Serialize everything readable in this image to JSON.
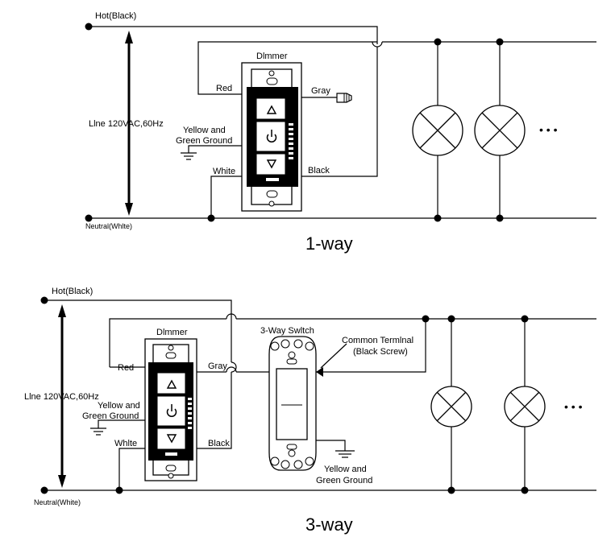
{
  "diagram1": {
    "hot": "Hot(Black)",
    "neutral": "Neutral(Whlte)",
    "line": "Llne 120VAC,60Hz",
    "dimmer": "Dlmmer",
    "red": "Red",
    "gray": "Gray",
    "white": "White",
    "black": "Black",
    "ground_l1": "Yellow and",
    "ground_l2": "Green Ground",
    "ellipsis": "• • •",
    "caption": "1-way"
  },
  "diagram2": {
    "hot": "Hot(Black)",
    "neutral": "Neutral(White)",
    "line": "Llne 120VAC,60Hz",
    "dimmer": "Dlmmer",
    "switch": "3-Way Swltch",
    "common_l1": "Common Termlnal",
    "common_l2": "(Black Screw)",
    "red": "Red",
    "gray": "Gray",
    "white": "Whlte",
    "black": "Black",
    "ground_l1": "Yellow and",
    "ground_l2": "Green Ground",
    "ground2_l1": "Yellow and",
    "ground2_l2": "Green Ground",
    "ellipsis": "• • •",
    "caption": "3-way"
  }
}
